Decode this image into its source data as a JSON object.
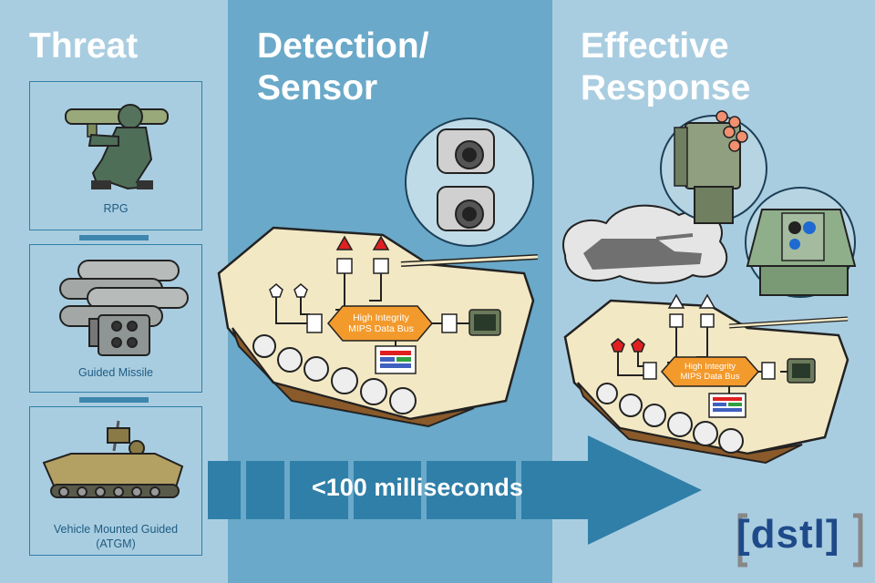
{
  "columns": {
    "threat": {
      "heading": "Threat"
    },
    "detection": {
      "heading_line1": "Detection/",
      "heading_line2": "Sensor"
    },
    "response": {
      "heading_line1": "Effective",
      "heading_line2": "Response"
    }
  },
  "threats": [
    {
      "label": "RPG"
    },
    {
      "label": "Guided Missile"
    },
    {
      "label": "Vehicle Mounted Guided",
      "label_line2": "(ATGM)"
    }
  ],
  "data_bus": {
    "line1": "High Integrity",
    "line2": "MIPS Data Bus"
  },
  "timeline": {
    "label": "<100 milliseconds"
  },
  "logo": {
    "text": "[dstl]"
  },
  "colors": {
    "background_light": "#a9cde0",
    "background_mid": "#6aa9c9",
    "arrow": "#2f7fa8",
    "bus_orange": "#f39a2c",
    "vehicle_tan": "#f3e8c4",
    "threat_red": "#e02020",
    "logo_blue": "#1e4a8a"
  },
  "icons": [
    "soldier-rpg-icon",
    "missile-launcher-icon",
    "atgm-vehicle-icon",
    "sensor-camera-icon",
    "armoured-vehicle-icon",
    "smoke-vehicle-icon",
    "countermeasure-launcher-icon",
    "laser-dazzler-icon",
    "display-terminal-icon"
  ]
}
